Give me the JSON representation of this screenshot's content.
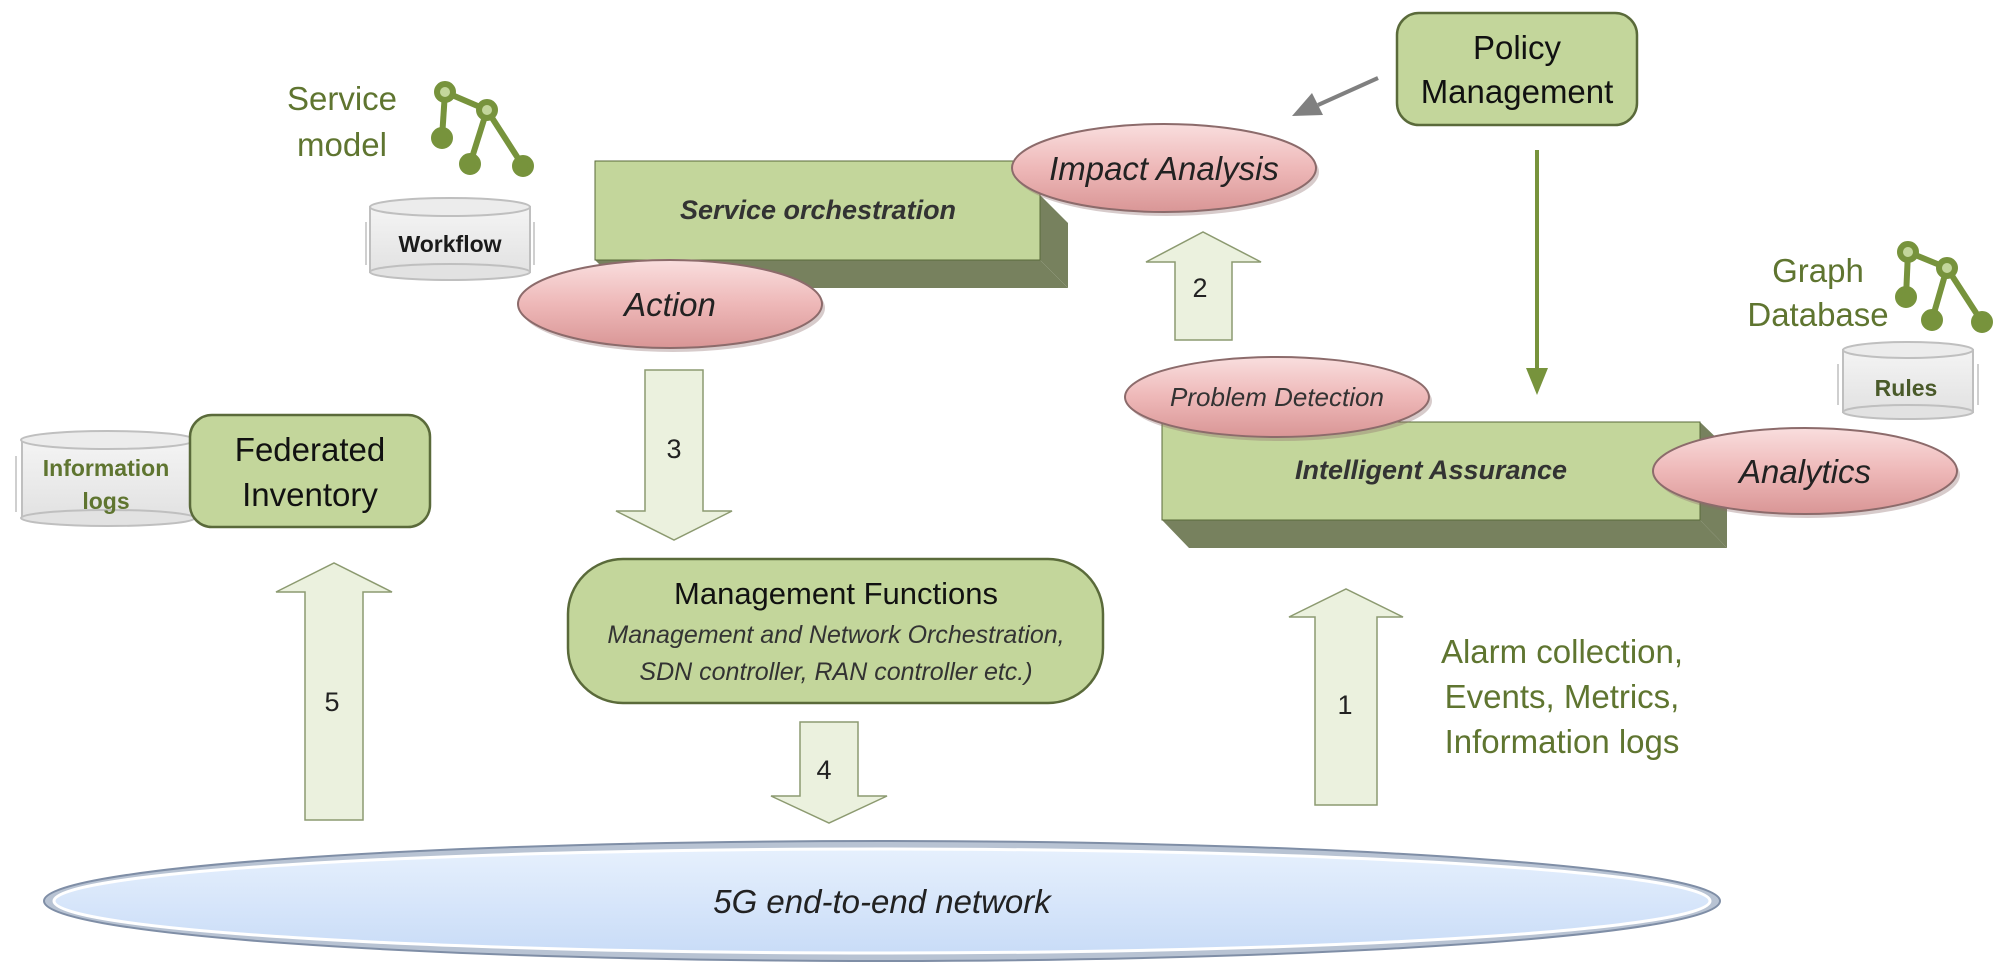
{
  "labels": {
    "service_model": [
      "Service",
      "model"
    ],
    "workflow": "Workflow",
    "service_orchestration": "Service orchestration",
    "action": "Action",
    "impact_analysis": "Impact Analysis",
    "policy_management": [
      "Policy",
      "Management"
    ],
    "graph_database": [
      "Graph",
      "Database"
    ],
    "rules": "Rules",
    "problem_detection": "Problem Detection",
    "intelligent_assurance": "Intelligent Assurance",
    "analytics": "Analytics",
    "information_logs_db": [
      "Information",
      "logs"
    ],
    "federated_inventory": [
      "Federated",
      "Inventory"
    ],
    "management_functions_title": "Management Functions",
    "management_functions_desc": [
      "Management and Network Orchestration,",
      "SDN controller, RAN controller etc.)"
    ],
    "alarm_collection": [
      "Alarm collection,",
      "Events, Metrics,",
      "Information logs"
    ],
    "network": "5G end-to-end network"
  },
  "steps": [
    "1",
    "2",
    "3",
    "4",
    "5"
  ],
  "colors": {
    "box_green": "#c3d69b",
    "box_green_dark": "#77815e",
    "box_border": "#5a6a3a",
    "ellipse_pink": "#f2c4c4",
    "ellipse_border": "#8c6b6b",
    "arrow_fill": "#ebf1de",
    "arrow_stroke": "#8c9a70",
    "text_olive": "#5f7530",
    "icon_green": "#77933c",
    "network_blue": "#d3e4fb",
    "network_border": "#7f8ea6"
  }
}
